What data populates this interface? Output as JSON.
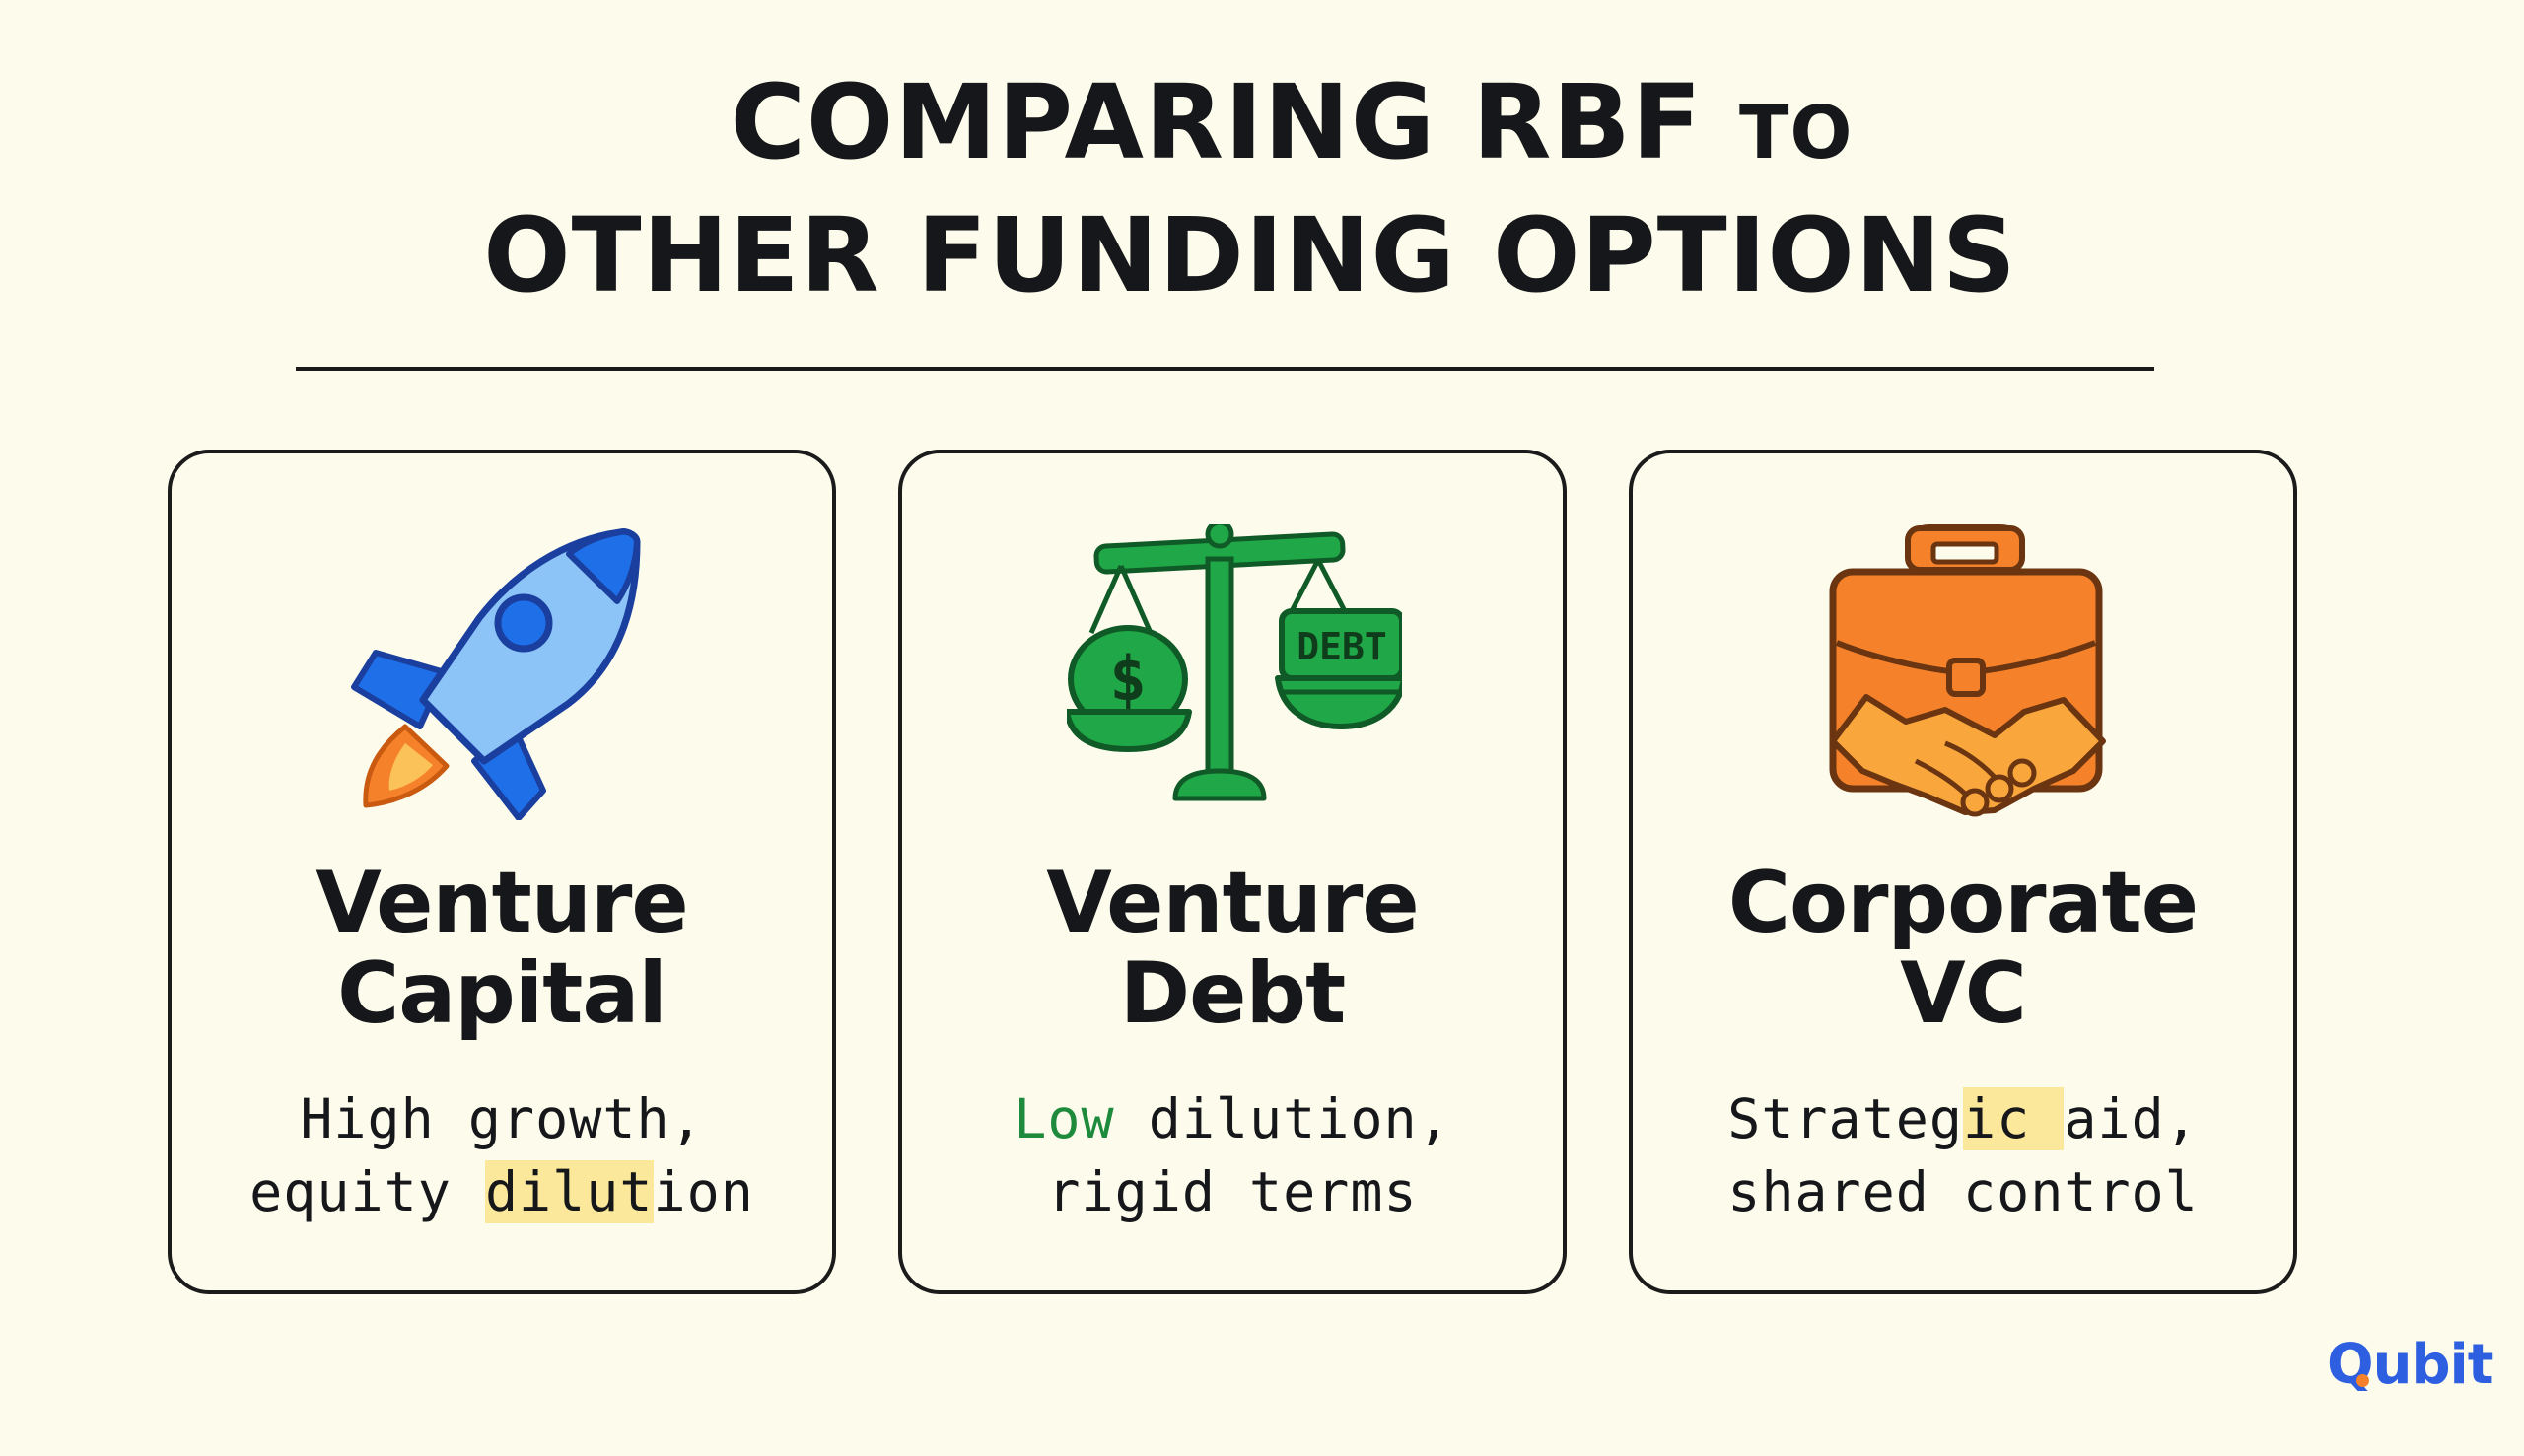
{
  "header": {
    "title_line1_main": "COMPARING RBF",
    "title_line1_small": "TO",
    "title_line2": "OTHER FUNDING OPTIONS"
  },
  "cards": [
    {
      "icon": "rocket-icon",
      "name_line1": "Venture",
      "name_line2": "Capital",
      "desc_line1": "High growth,",
      "desc_line2_pre": "equity ",
      "desc_line2_hl": "dilut",
      "desc_line2_post": "ion"
    },
    {
      "icon": "scale-icon",
      "icon_label": "DEBT",
      "icon_symbol": "$",
      "name_line1": "Venture",
      "name_line2": "Debt",
      "desc_line1_green": "Low",
      "desc_line1_post": " dilution,",
      "desc_line2": "rigid terms"
    },
    {
      "icon": "briefcase-handshake-icon",
      "name_line1": "Corporate",
      "name_line2": "VC",
      "desc_line1_pre": "Strateg",
      "desc_line1_hl": "ic ",
      "desc_line1_post": "aid,",
      "desc_line2": "shared control"
    }
  ],
  "brand": {
    "logo_text": "Qubit"
  },
  "colors": {
    "background": "#fcfbec",
    "rocket_blue": "#1f6fe8",
    "scale_green": "#20a747",
    "briefcase_orange": "#f5822a",
    "highlight": "#fbe89a",
    "brand_blue": "#2d5fe0"
  }
}
